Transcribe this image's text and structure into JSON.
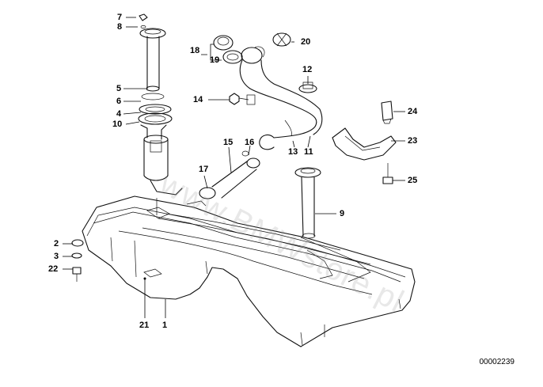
{
  "diagram": {
    "callouts": [
      "1",
      "2",
      "3",
      "4",
      "5",
      "6",
      "7",
      "8",
      "9",
      "10",
      "11",
      "12",
      "13",
      "14",
      "15",
      "16",
      "17",
      "18",
      "19",
      "20",
      "21",
      "22",
      "23",
      "24",
      "25"
    ],
    "document_number": "00002239",
    "watermark": "www.BMWstore.pl"
  },
  "colors": {
    "ink": "#111111",
    "background": "#ffffff",
    "watermark": "#969696"
  }
}
